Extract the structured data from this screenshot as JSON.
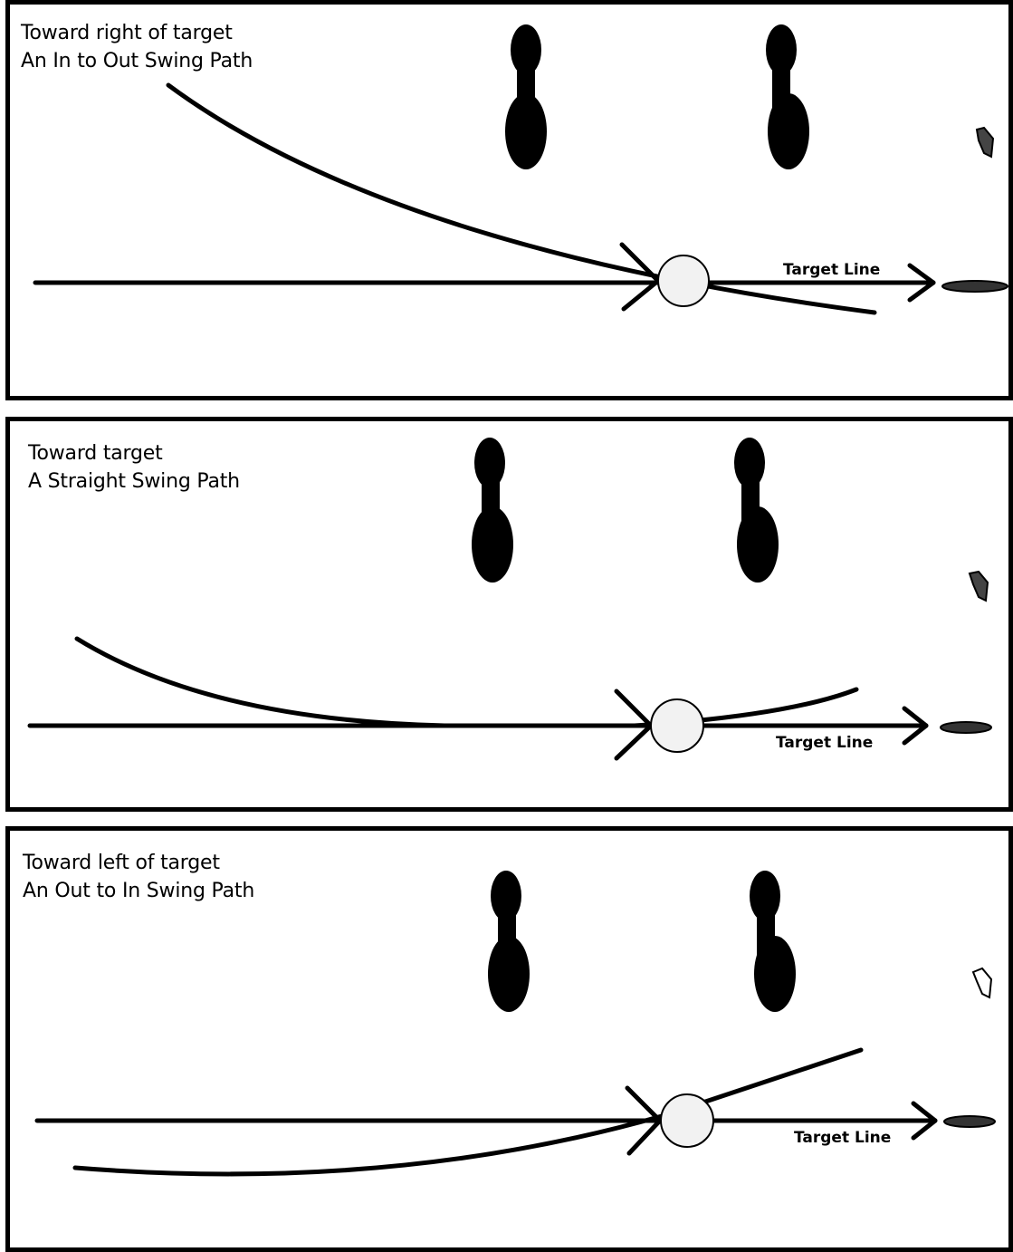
{
  "panels": [
    {
      "direction": "Toward right of target",
      "path_name": "An In to Out Swing Path",
      "target_label": "Target Line"
    },
    {
      "direction": "Toward target",
      "path_name": "A Straight Swing Path",
      "target_label": "Target Line"
    },
    {
      "direction": "Toward left of target",
      "path_name": "An Out to In Swing Path",
      "target_label": "Target Line"
    }
  ],
  "colors": {
    "ink": "#000000",
    "ball": "#f2f2f2",
    "paper": "#ffffff"
  },
  "icons": [
    "footprint-icon",
    "golf-ball-icon",
    "flag-icon",
    "hole-icon",
    "arrowhead-icon"
  ]
}
